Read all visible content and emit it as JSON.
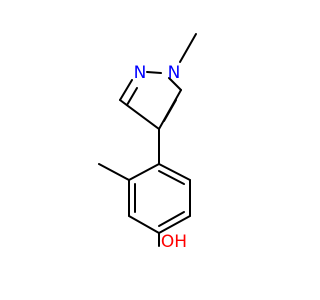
{
  "molecule": {
    "atoms": {
      "n_pyridine_like": {
        "label": "N",
        "color": "#0000ff"
      },
      "n_methylated": {
        "label": "N",
        "color": "#0000ff"
      },
      "hydroxyl": {
        "label": "OH",
        "color": "#ff0000"
      }
    },
    "bond_color": "#000000"
  }
}
